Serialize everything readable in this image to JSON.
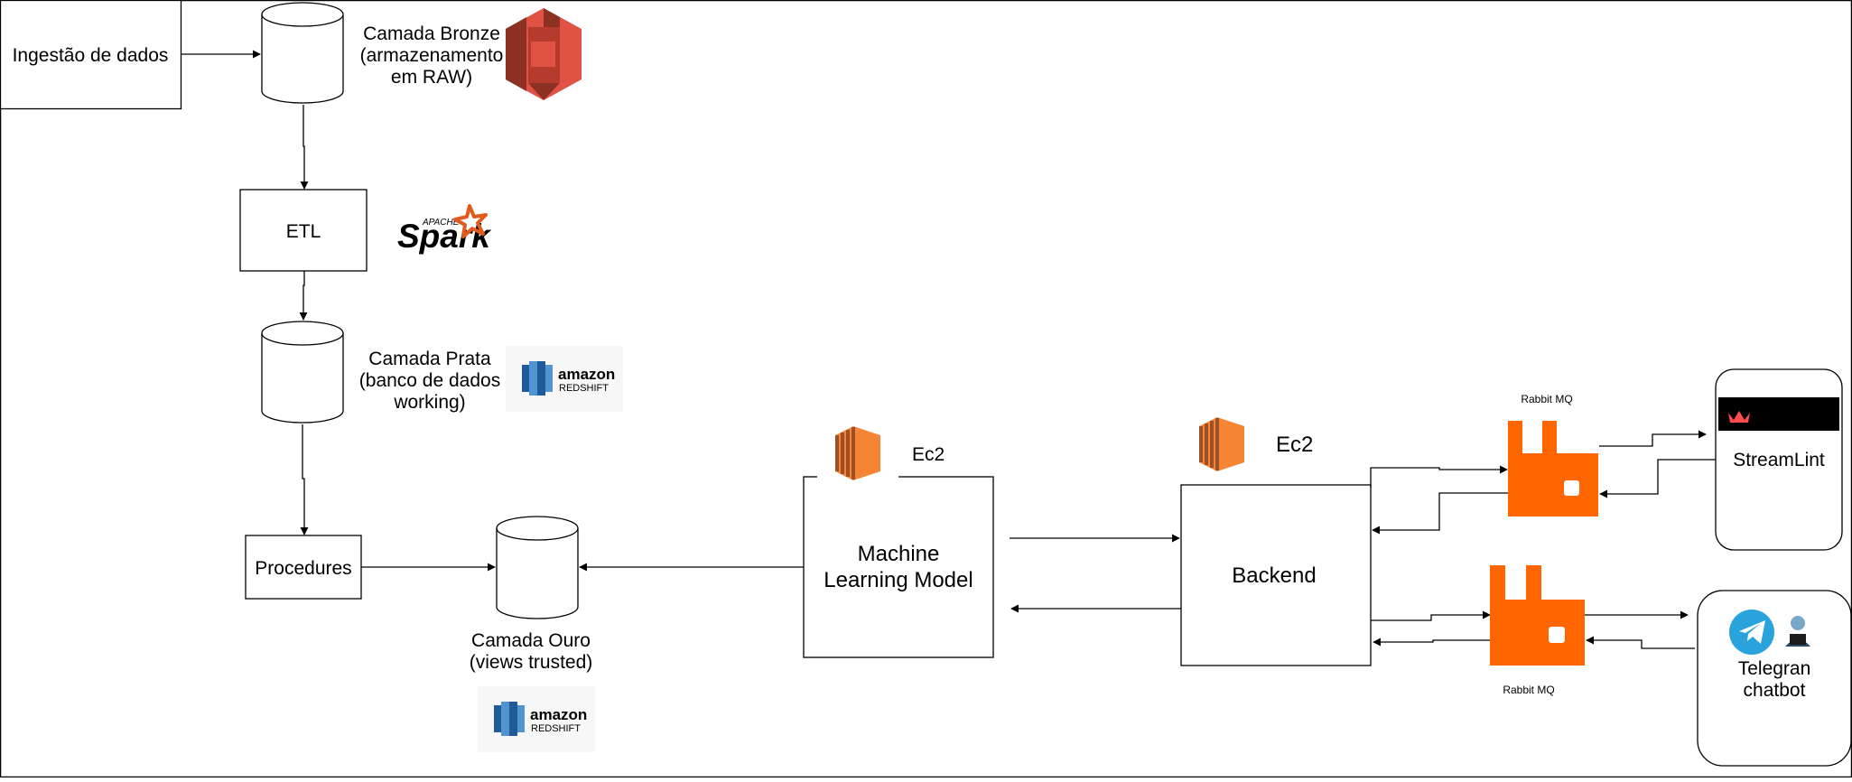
{
  "nodes": {
    "ingestao": "Ingestão de dados",
    "bronze": [
      "Camada Bronze",
      "(armazenamento",
      "em RAW)"
    ],
    "etl": "ETL",
    "prata": [
      "Camada Prata",
      "(banco de dados",
      "working)"
    ],
    "procedures": "Procedures",
    "ouro": [
      "Camada Ouro",
      "(views trusted)"
    ],
    "ml_model": [
      "Machine",
      "Learning Model"
    ],
    "ec2_ml": "Ec2",
    "ec2_backend": "Ec2",
    "backend": "Backend",
    "rabbit_top": "Rabbit MQ",
    "rabbit_bottom": "Rabbit MQ",
    "streamlit_app": "StreamLint",
    "telegram": [
      "Telegran",
      "chatbot"
    ]
  },
  "logos": {
    "spark_small": "APACHE",
    "spark": "Spark",
    "redshift_top": "amazon",
    "redshift_bottom": "REDSHIFT",
    "streamlit_banner": "Streamlit"
  },
  "colors": {
    "s3_red": "#e05243",
    "s3_dark": "#8c3123",
    "ec2_orange": "#f58534",
    "ec2_dark": "#9d5025",
    "rabbit_orange": "#ff6600",
    "redshift_blue": "#205b99",
    "redshift_light": "#5294cf",
    "telegram_blue": "#2aa3dd",
    "spark_orange": "#e25a1c"
  }
}
